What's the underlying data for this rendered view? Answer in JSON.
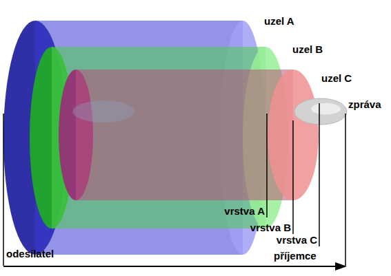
{
  "diagram": {
    "nodes": [
      {
        "text": [
          "uzel A"
        ]
      },
      {
        "text": [
          "uzel B"
        ],
        "in": 0
      },
      {
        "text": [
          "uzel C"
        ],
        "in": 1
      },
      {
        "text": [
          "zpráva"
        ],
        "in": 2
      }
    ],
    "labels": [
      "vrstva A",
      "vrstva B",
      "vrstva C",
      "odesílatel",
      "příjemce"
    ]
  }
}
